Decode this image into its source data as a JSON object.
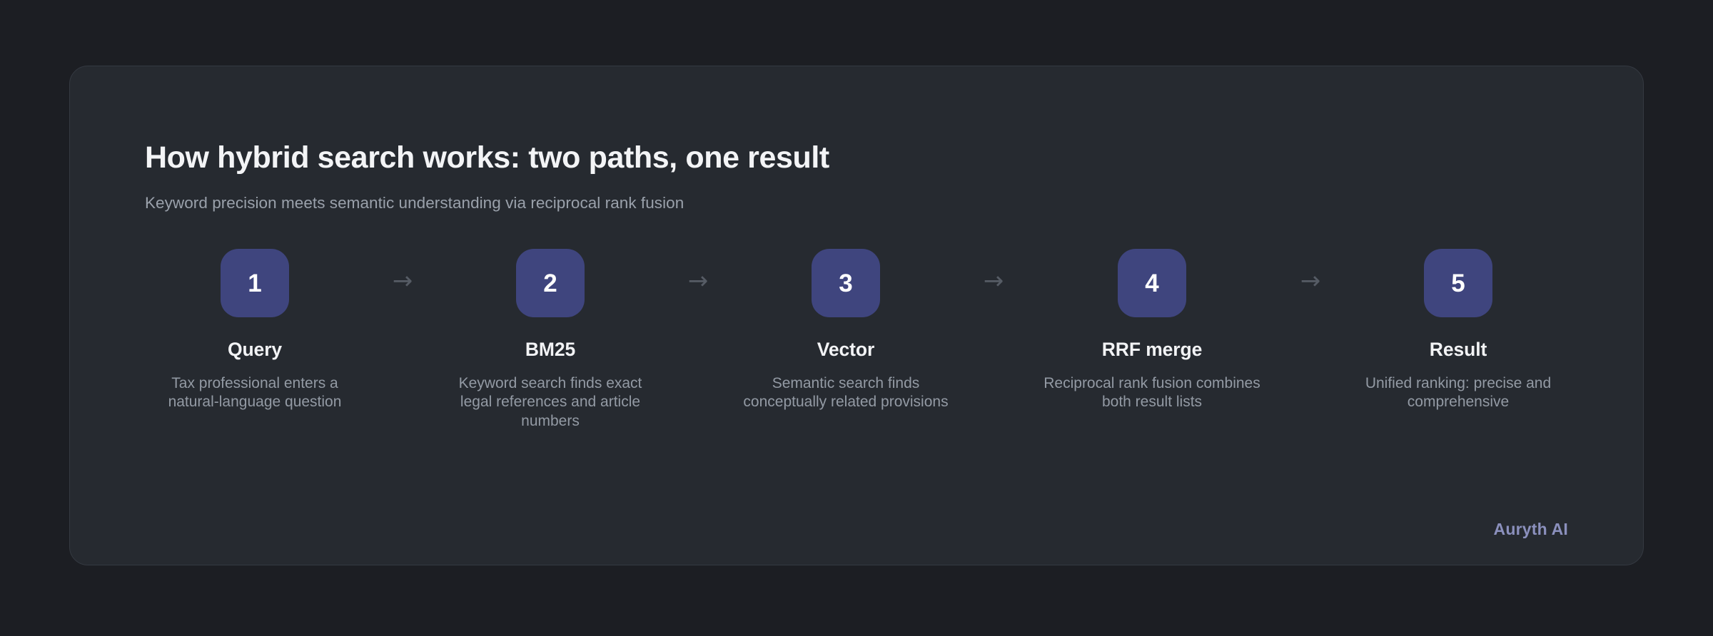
{
  "theme": {
    "page_background": "#1c1e23",
    "card_background": "#262a30",
    "card_border": "#343941",
    "badge_color": "#3f457e",
    "badge_text_color": "#ffffff",
    "title_color": "#f3f4f6",
    "subtitle_color": "#9aa1ab",
    "step_title_color": "#f2f3f5",
    "step_desc_color": "#939aa4",
    "arrow_color": "#565c65",
    "brand_color": "#8b90bd"
  },
  "header": {
    "title": "How hybrid search works: two paths, one result",
    "subtitle": "Keyword precision meets semantic understanding via reciprocal rank fusion"
  },
  "flow": {
    "connector_glyph": "→",
    "steps": [
      {
        "number": "1",
        "title": "Query",
        "description": "Tax professional enters a natural-language question"
      },
      {
        "number": "2",
        "title": "BM25",
        "description": "Keyword search finds exact legal references and article numbers"
      },
      {
        "number": "3",
        "title": "Vector",
        "description": "Semantic search finds conceptually related provisions"
      },
      {
        "number": "4",
        "title": "RRF merge",
        "description": "Reciprocal rank fusion combines both result lists"
      },
      {
        "number": "5",
        "title": "Result",
        "description": "Unified ranking: precise and comprehensive"
      }
    ]
  },
  "brand": {
    "label": "Auryth AI"
  }
}
